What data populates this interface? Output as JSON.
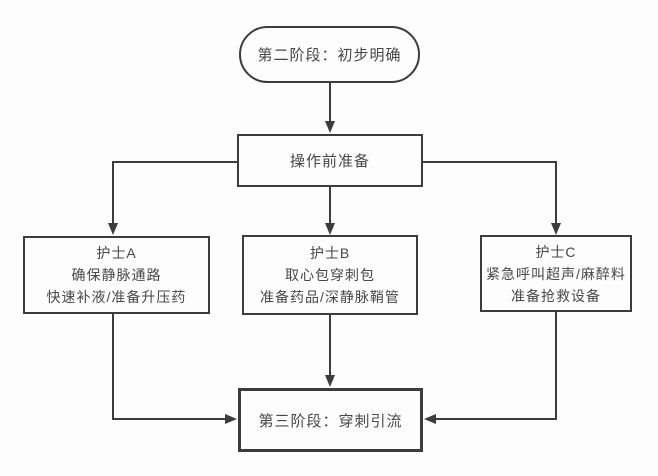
{
  "diagram": {
    "type": "flowchart",
    "colors": {
      "background": "#fdfdfd",
      "stroke": "#3c3c3c",
      "text": "#474747"
    },
    "nodes": {
      "phase2": {
        "shape": "stadium",
        "label": "第二阶段：初步明确"
      },
      "prep": {
        "shape": "rect",
        "label": "操作前准备"
      },
      "nurse_a": {
        "shape": "rect",
        "title": "护士A",
        "line1": "确保静脉通路",
        "line2": "快速补液/准备升压药"
      },
      "nurse_b": {
        "shape": "rect",
        "title": "护士B",
        "line1": "取心包穿刺包",
        "line2": "准备药品/深静脉鞘管"
      },
      "nurse_c": {
        "shape": "rect",
        "title": "护士C",
        "line1": "紧急呼叫超声/麻醉料",
        "line2": "准备抢救设备"
      },
      "phase3": {
        "shape": "rect-bold",
        "label": "第三阶段：穿刺引流"
      }
    },
    "edges": [
      {
        "from": "phase2",
        "to": "prep"
      },
      {
        "from": "prep",
        "to": "nurse_a"
      },
      {
        "from": "prep",
        "to": "nurse_b"
      },
      {
        "from": "prep",
        "to": "nurse_c"
      },
      {
        "from": "nurse_a",
        "to": "phase3"
      },
      {
        "from": "nurse_b",
        "to": "phase3"
      },
      {
        "from": "nurse_c",
        "to": "phase3"
      }
    ]
  }
}
